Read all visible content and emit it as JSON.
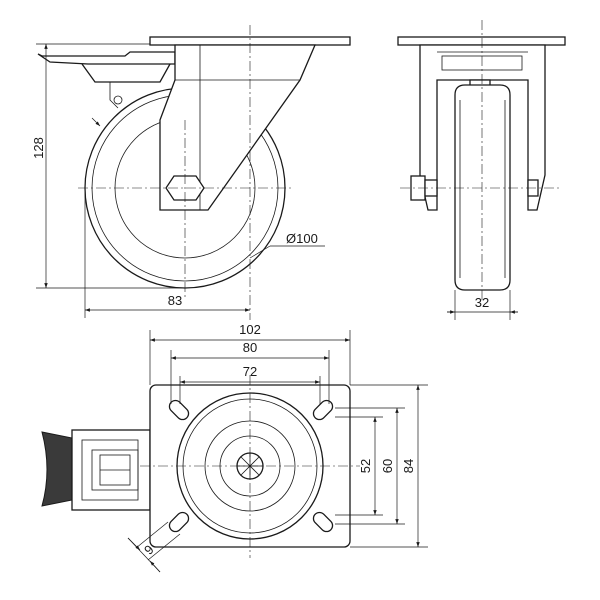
{
  "side_view": {
    "height_label": "128",
    "offset_label": "83",
    "wheel_diameter_label": "Ø100"
  },
  "front_view": {
    "wheel_width_label": "32"
  },
  "top_view": {
    "plate_width_label": "102",
    "hole_span_outer_label": "80",
    "hole_span_inner_label": "72",
    "plate_height_label": "84",
    "hole_vspan_outer_label": "60",
    "hole_vspan_inner_label": "52",
    "slot_width_label": "9"
  }
}
